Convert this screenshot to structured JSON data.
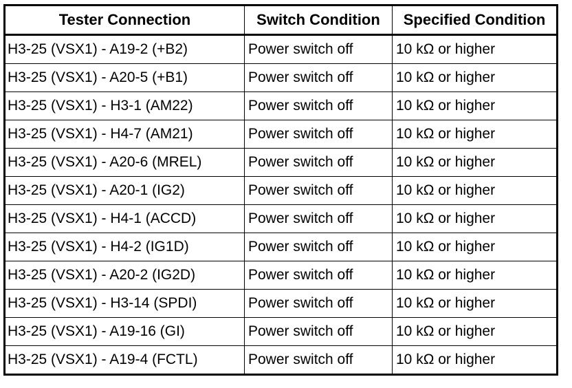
{
  "table": {
    "headers": [
      "Tester Connection",
      "Switch Condition",
      "Specified Condition"
    ],
    "rows": [
      [
        "H3-25 (VSX1) - A19-2 (+B2)",
        "Power switch off",
        "10 kΩ or higher"
      ],
      [
        "H3-25 (VSX1) - A20-5 (+B1)",
        "Power switch off",
        "10 kΩ or higher"
      ],
      [
        "H3-25 (VSX1) - H3-1 (AM22)",
        "Power switch off",
        "10 kΩ or higher"
      ],
      [
        "H3-25 (VSX1) - H4-7 (AM21)",
        "Power switch off",
        "10 kΩ or higher"
      ],
      [
        "H3-25 (VSX1) - A20-6 (MREL)",
        "Power switch off",
        "10 kΩ or higher"
      ],
      [
        "H3-25 (VSX1) - A20-1 (IG2)",
        "Power switch off",
        "10 kΩ or higher"
      ],
      [
        "H3-25 (VSX1) - H4-1 (ACCD)",
        "Power switch off",
        "10 kΩ or higher"
      ],
      [
        "H3-25 (VSX1) - H4-2 (IG1D)",
        "Power switch off",
        "10 kΩ or higher"
      ],
      [
        "H3-25 (VSX1) - A20-2 (IG2D)",
        "Power switch off",
        "10 kΩ or higher"
      ],
      [
        "H3-25 (VSX1) - H3-14 (SPDI)",
        "Power switch off",
        "10 kΩ or higher"
      ],
      [
        "H3-25 (VSX1) - A19-16 (GI)",
        "Power switch off",
        "10 kΩ or higher"
      ],
      [
        "H3-25 (VSX1) - A19-4 (FCTL)",
        "Power switch off",
        "10 kΩ or higher"
      ]
    ]
  }
}
